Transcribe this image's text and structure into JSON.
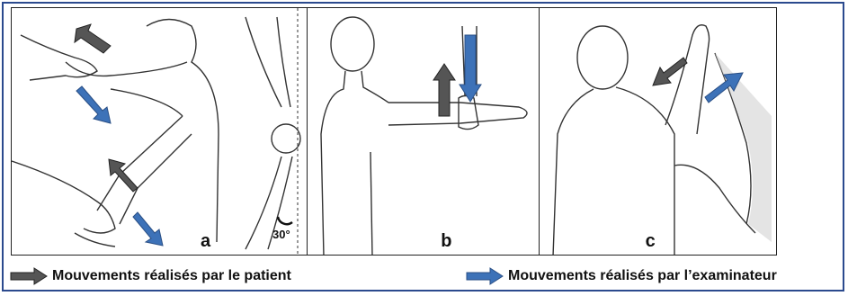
{
  "panels": [
    {
      "label": "a",
      "annotation": "30°"
    },
    {
      "label": "b"
    },
    {
      "label": "c"
    }
  ],
  "legend": [
    {
      "text": "Mouvements réalisés par le patient",
      "color": "#555555",
      "icon": "gray-arrow-icon"
    },
    {
      "text": "Mouvements réalisés par l’examinateur",
      "color": "#3d72b8",
      "icon": "blue-arrow-icon"
    }
  ],
  "colors": {
    "patient_arrow": "#555555",
    "examiner_arrow": "#3d72b8",
    "frame": "#2b4a8e"
  }
}
